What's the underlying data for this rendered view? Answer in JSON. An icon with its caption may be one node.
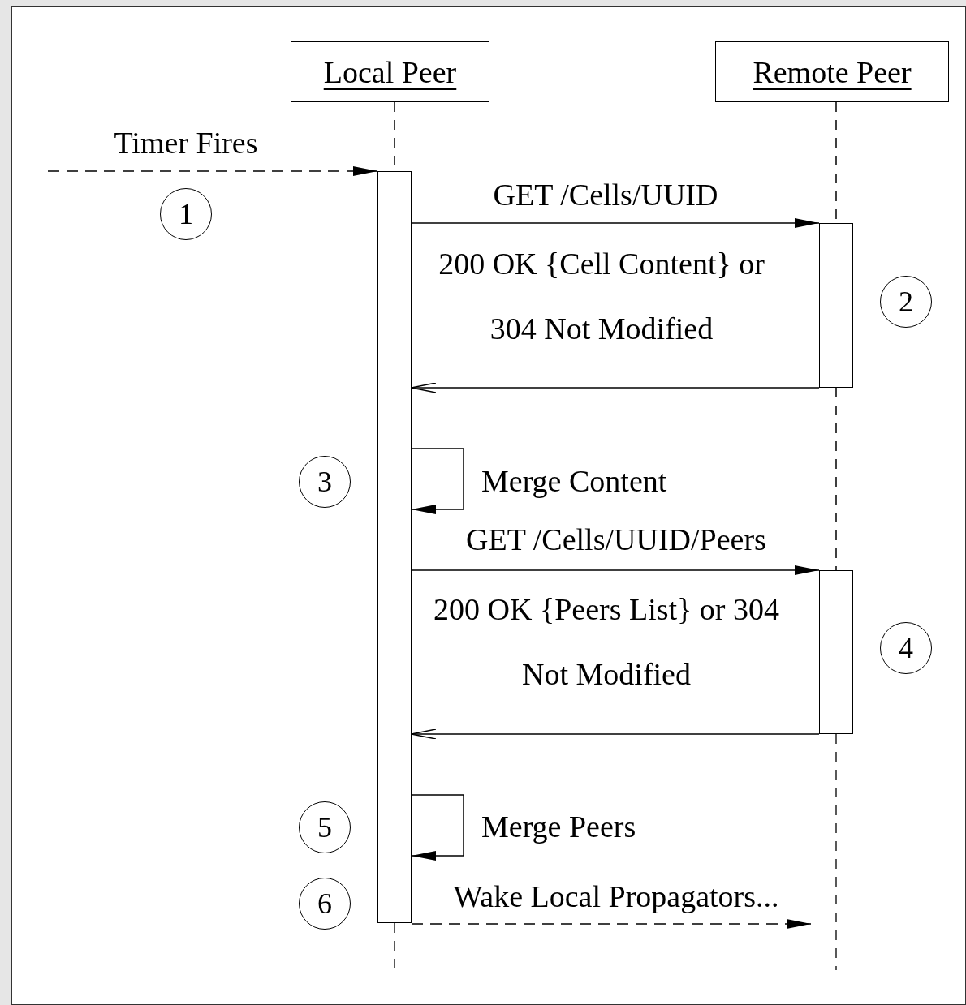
{
  "diagram": {
    "nodes": [
      {
        "text": [
          "Local Peer"
        ]
      },
      {
        "text": [
          "Remote Peer"
        ]
      },
      {
        "text": [],
        "shape": "bar"
      },
      {
        "text": [],
        "shape": "bar"
      },
      {
        "text": [],
        "shape": "bar"
      },
      {
        "text": [
          "1"
        ]
      },
      {
        "text": [
          "2"
        ]
      },
      {
        "text": [
          "3"
        ]
      },
      {
        "text": [
          "4"
        ]
      },
      {
        "text": [
          "5"
        ]
      },
      {
        "text": [
          "6"
        ]
      }
    ],
    "edges": [
      {
        "from": 0,
        "to": 2,
        "arrow": "none",
        "style": "dashed"
      },
      {
        "from": 1,
        "to": 3,
        "arrow": "none",
        "style": "dashed"
      },
      {
        "from": 3,
        "to": 4,
        "arrow": "none",
        "style": "dashed"
      },
      {
        "from": null,
        "to": 2,
        "arrow": "to",
        "style": "dashed",
        "label": "Timer Fires"
      },
      {
        "from": 2,
        "to": 3,
        "arrow": "to",
        "label": "GET /Cells/UUID"
      },
      {
        "from": 3,
        "to": 2,
        "arrow": "to",
        "label": "200 OK {Cell Content} or 304 Not Modified"
      },
      {
        "from": 2,
        "to": 2,
        "arrow": "to",
        "label": "Merge Content"
      },
      {
        "from": 2,
        "to": 4,
        "arrow": "to",
        "label": "GET /Cells/UUID/Peers"
      },
      {
        "from": 4,
        "to": 2,
        "arrow": "to",
        "label": "200 OK {Peers List} or 304 Not Modified"
      },
      {
        "from": 2,
        "to": 2,
        "arrow": "to",
        "label": "Merge Peers"
      },
      {
        "from": 2,
        "to": null,
        "arrow": "to",
        "style": "dashed",
        "label": "Wake Local Propagators..."
      }
    ]
  }
}
